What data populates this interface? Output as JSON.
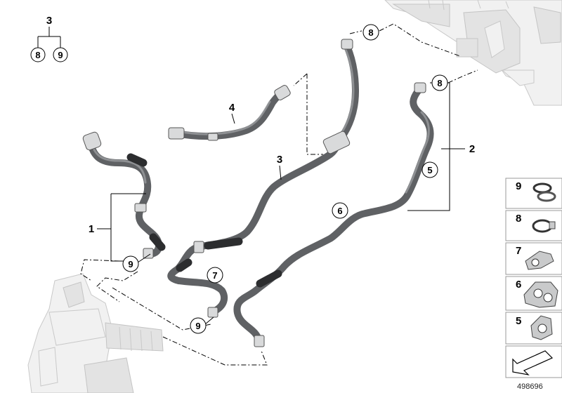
{
  "diagram": {
    "part_labels": [
      {
        "id": "callout-3-top",
        "text": "3"
      },
      {
        "id": "callout-4",
        "text": "4"
      },
      {
        "id": "callout-3",
        "text": "3"
      },
      {
        "id": "callout-2",
        "text": "2"
      },
      {
        "id": "callout-1",
        "text": "1"
      }
    ],
    "circle_labels": [
      {
        "id": "c8-tree",
        "text": "8"
      },
      {
        "id": "c9-tree",
        "text": "9"
      },
      {
        "id": "c8-top",
        "text": "8"
      },
      {
        "id": "c8-right",
        "text": "8"
      },
      {
        "id": "c5",
        "text": "5"
      },
      {
        "id": "c6",
        "text": "6"
      },
      {
        "id": "c7",
        "text": "7"
      },
      {
        "id": "c9-left",
        "text": "9"
      },
      {
        "id": "c9-bottom",
        "text": "9"
      }
    ],
    "legend": [
      {
        "number": "9",
        "item": "hose-clamp-pair-icon"
      },
      {
        "number": "8",
        "item": "hose-clamp-icon"
      },
      {
        "number": "7",
        "item": "holder-clip-icon"
      },
      {
        "number": "6",
        "item": "double-holder-icon"
      },
      {
        "number": "5",
        "item": "single-holder-icon"
      }
    ],
    "legend_footer_icon": "direction-arrow-icon",
    "figure_number": "498696"
  },
  "colors": {
    "hose": "#5f6164",
    "hose_dark": "#2c2d2f",
    "ghost_parts": "#f1f1f1",
    "legend_border": "#9a9a9a"
  }
}
